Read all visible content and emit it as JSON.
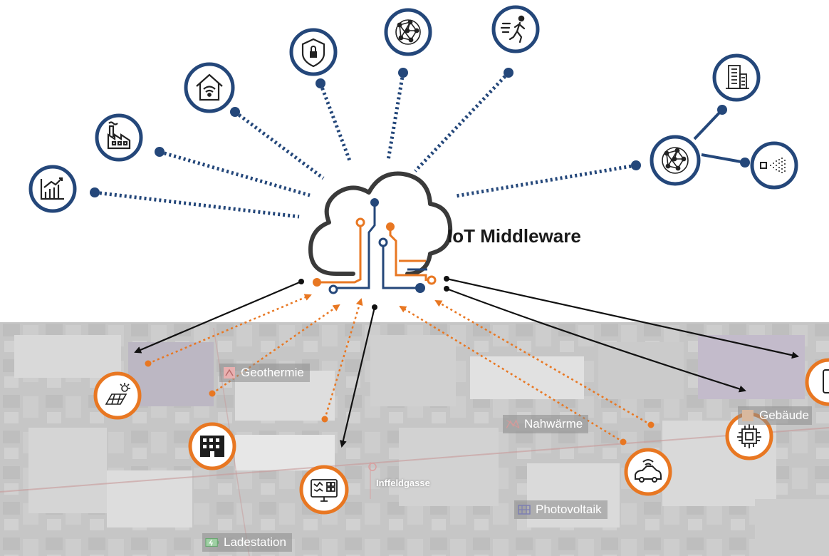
{
  "title": "IoT Middleware",
  "map_labels": {
    "geothermie": "Geothermie",
    "nahwaerme": "Nahwärme",
    "gebaeude": "Gebäude",
    "photovoltaik": "Photovoltaik",
    "ladestation": "Ladestation",
    "street": "Inffeldgasse"
  },
  "icons": {
    "top": [
      "chart-icon",
      "factory-icon",
      "smart-home-icon",
      "shield-lock-icon",
      "network-icon",
      "walking-person-icon",
      "building-icon",
      "network-icon",
      "sensor-icon"
    ],
    "bottom": [
      "solar-panel-icon",
      "office-building-icon",
      "monitoring-dashboard-icon",
      "connected-car-icon",
      "chip-icon",
      "smartphone-icon"
    ]
  },
  "colors": {
    "navy": "#24477a",
    "orange": "#e87722",
    "dark": "#222222",
    "cloud": "#3a3a3a"
  }
}
